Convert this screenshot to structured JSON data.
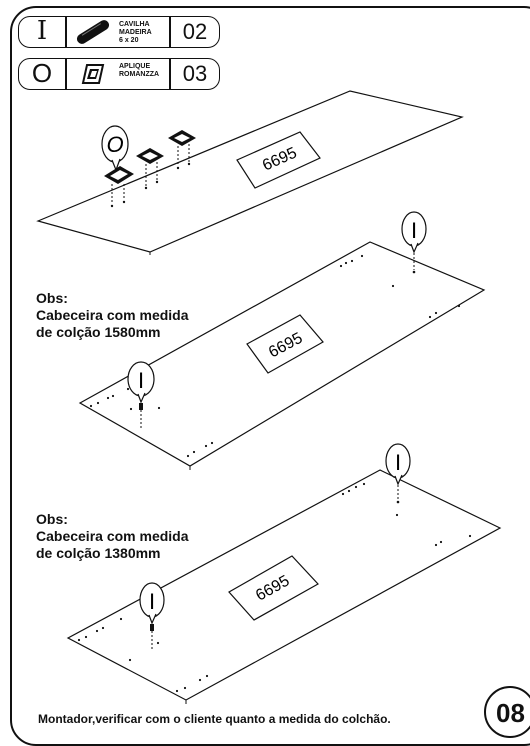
{
  "parts": [
    {
      "letter": "I",
      "name": "CAVILHA\nMADEIRA\n6 x 20",
      "quantity": "02",
      "icon": "wooden-dowel-icon"
    },
    {
      "letter": "O",
      "name": "APLIQUE\nROMANZZA",
      "quantity": "03",
      "icon": "bracket-icon"
    }
  ],
  "panels": [
    {
      "code": "6695",
      "callout": "O"
    },
    {
      "code": "6695",
      "callout": "I",
      "obs": "Obs:\nCabeceira com medida\nde colção 1580mm"
    },
    {
      "code": "6695",
      "callout": "I",
      "obs": "Obs:\nCabeceira com medida\nde colção 1380mm"
    }
  ],
  "footer_note": "Montador,verificar com o cliente quanto a medida do colchão.",
  "page_number": "08"
}
